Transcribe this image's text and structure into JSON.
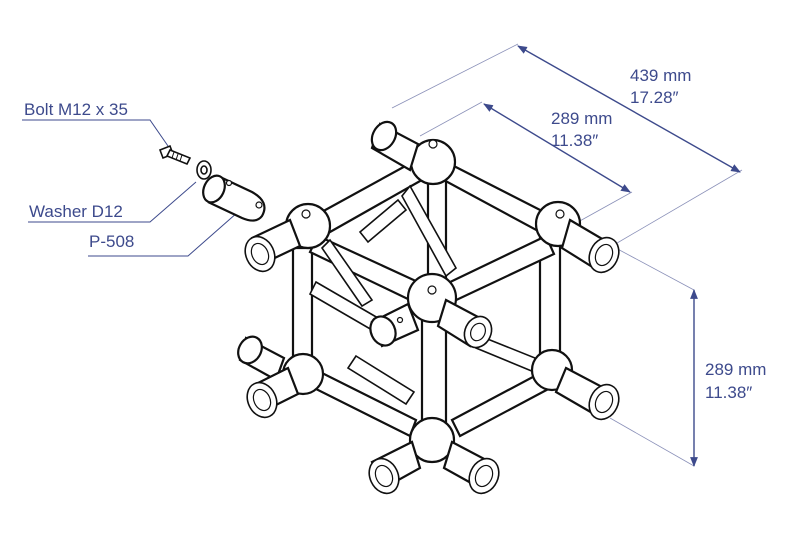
{
  "parts": {
    "bolt": "Bolt M12 x 35",
    "washer": "Washer D12",
    "spigot": "P-508"
  },
  "dimensions": {
    "overall_mm": "439 mm",
    "overall_in": "17.28″",
    "width_mm": "289 mm",
    "width_in": "11.38″",
    "height_mm": "289 mm",
    "height_in": "11.38″"
  },
  "colors": {
    "annotation": "#3d4a8c",
    "outline": "#111111"
  }
}
